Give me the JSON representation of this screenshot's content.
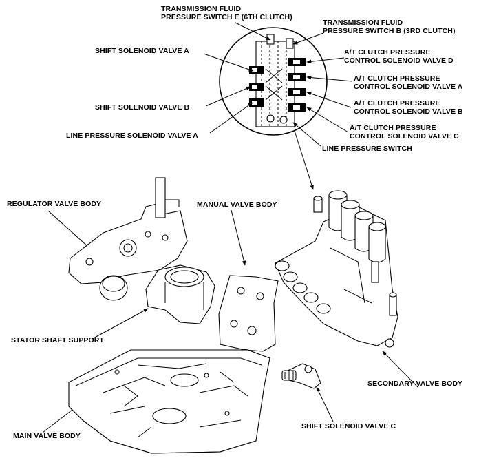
{
  "labels": {
    "tfps_e": [
      "TRANSMISSION FLUID",
      "PRESSURE SWITCH E (6TH CLUTCH)"
    ],
    "tfps_b": [
      "TRANSMISSION FLUID",
      "PRESSURE SWITCH B (3RD CLUTCH)"
    ],
    "shift_sol_a": "SHIFT SOLENOID VALVE A",
    "at_d": [
      "A/T CLUTCH PRESSURE",
      "CONTROL SOLENOID VALVE D"
    ],
    "at_a": [
      "A/T CLUTCH PRESSURE",
      "CONTROL SOLENOID VALVE A"
    ],
    "at_b": [
      "A/T CLUTCH PRESSURE",
      "CONTROL SOLENOID VALVE B"
    ],
    "shift_sol_b": "SHIFT SOLENOID VALVE B",
    "at_c": [
      "A/T CLUTCH PRESSURE",
      "CONTROL SOLENOID VALVE C"
    ],
    "line_psv_a": "LINE PRESSURE SOLENOID VALVE A",
    "line_ps": "LINE PRESSURE SWITCH",
    "regulator": "REGULATOR VALVE BODY",
    "manual": "MANUAL VALVE BODY",
    "stator": "STATOR SHAFT SUPPORT",
    "secondary": "SECONDARY VALVE BODY",
    "main": "MAIN VALVE BODY",
    "shift_sol_c": "SHIFT SOLENOID VALVE C"
  }
}
